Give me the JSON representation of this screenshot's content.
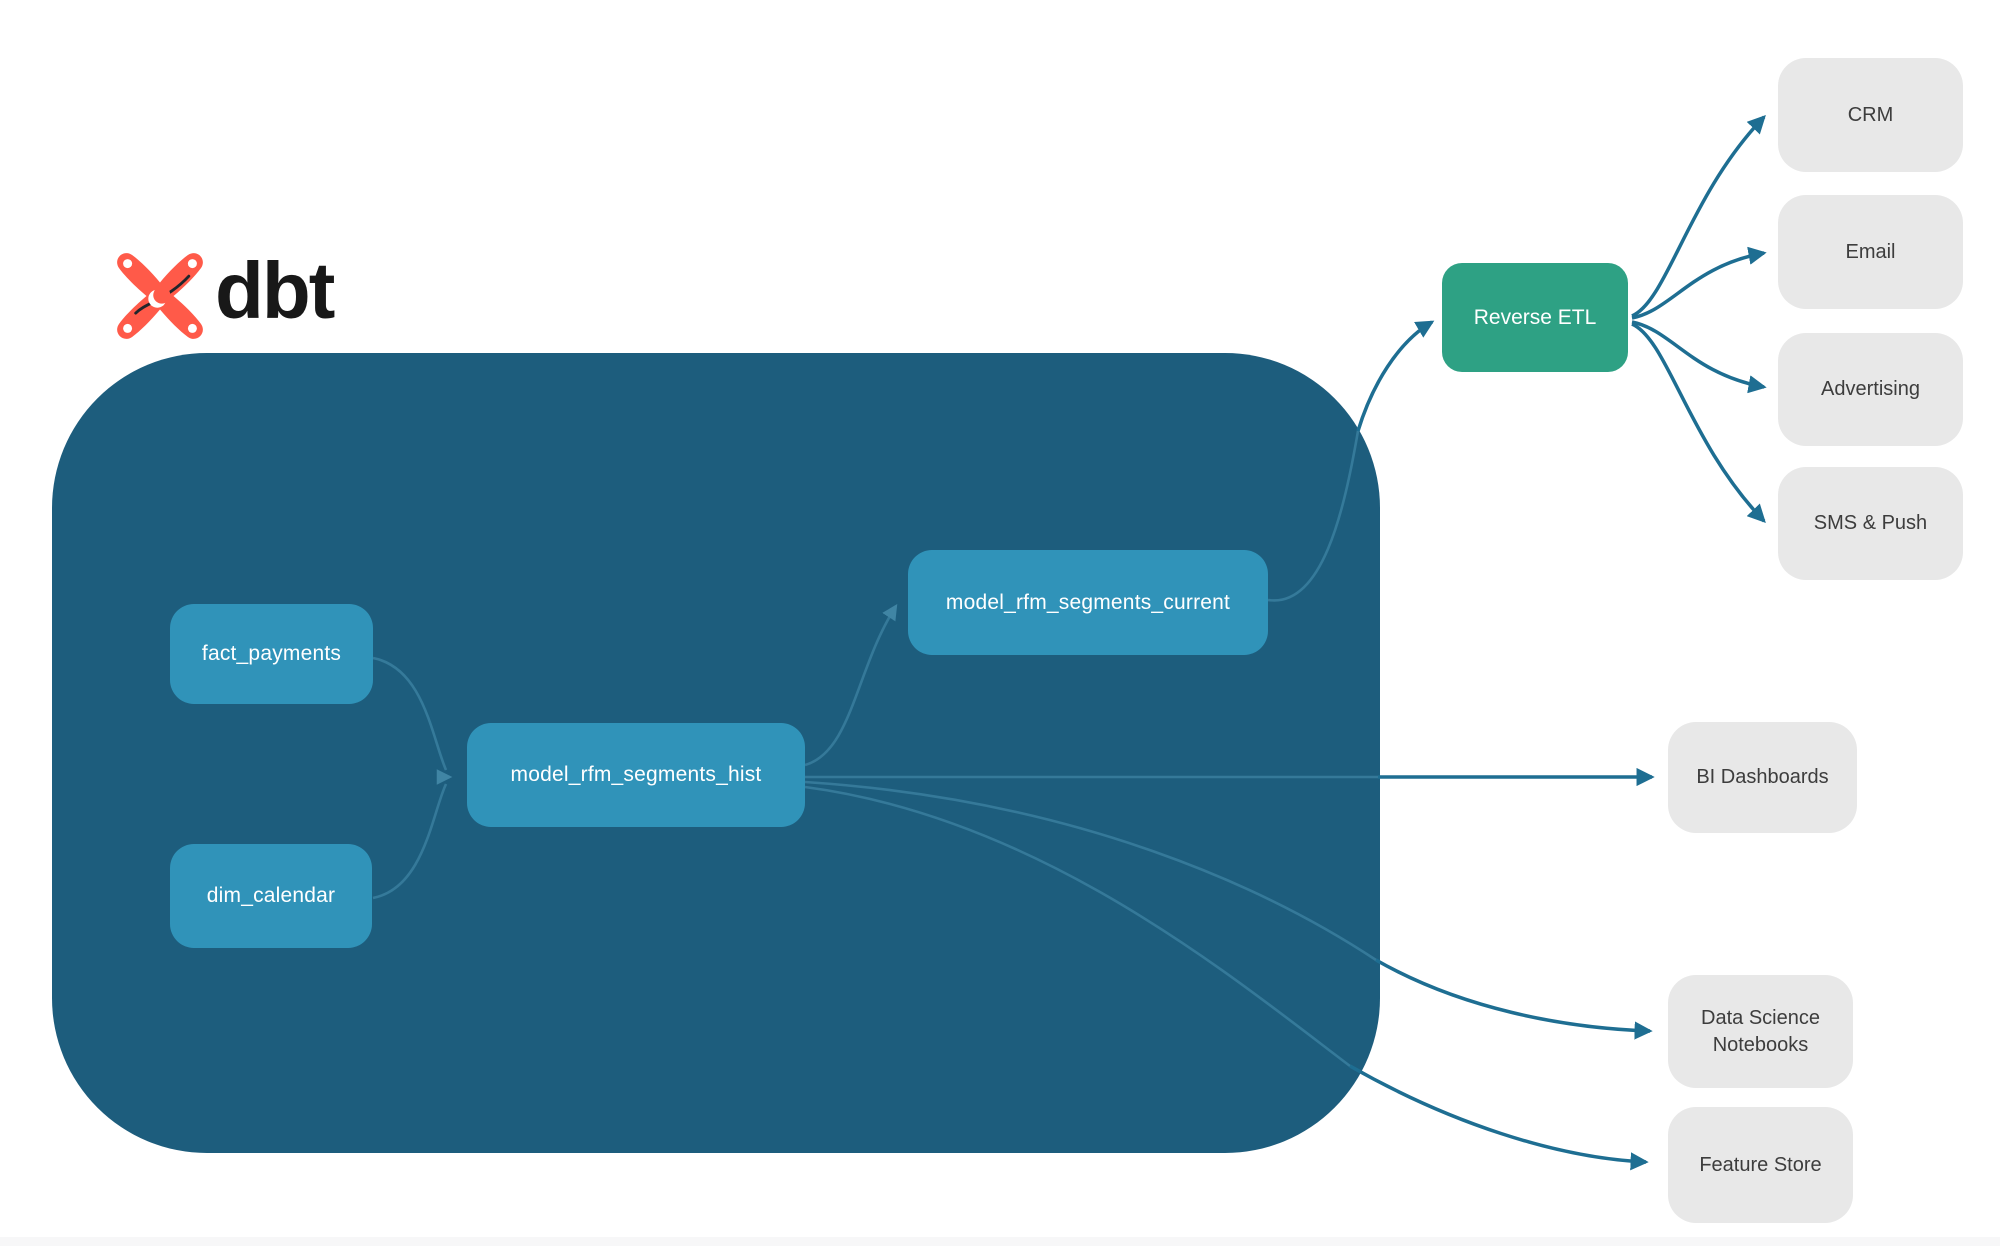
{
  "logo": {
    "brand": "dbt"
  },
  "nodes": {
    "fact_payments": {
      "label": "fact_payments",
      "type": "source-model"
    },
    "dim_calendar": {
      "label": "dim_calendar",
      "type": "source-model"
    },
    "model_rfm_segments_hist": {
      "label": "model_rfm_segments_hist",
      "type": "model"
    },
    "model_rfm_segments_current": {
      "label": "model_rfm_segments_current",
      "type": "model"
    },
    "reverse_etl": {
      "label": "Reverse ETL",
      "type": "process"
    },
    "crm": {
      "label": "CRM",
      "type": "destination"
    },
    "email": {
      "label": "Email",
      "type": "destination"
    },
    "advertising": {
      "label": "Advertising",
      "type": "destination"
    },
    "sms_push": {
      "label": "SMS & Push",
      "type": "destination"
    },
    "bi_dashboards": {
      "label": "BI Dashboards",
      "type": "destination"
    },
    "data_science_notebooks": {
      "label": "Data Science Notebooks",
      "type": "destination"
    },
    "feature_store": {
      "label": "Feature Store",
      "type": "destination"
    }
  },
  "edges": [
    {
      "from": "fact_payments",
      "to": "model_rfm_segments_hist"
    },
    {
      "from": "dim_calendar",
      "to": "model_rfm_segments_hist"
    },
    {
      "from": "model_rfm_segments_hist",
      "to": "model_rfm_segments_current"
    },
    {
      "from": "model_rfm_segments_current",
      "to": "reverse_etl"
    },
    {
      "from": "reverse_etl",
      "to": "crm"
    },
    {
      "from": "reverse_etl",
      "to": "email"
    },
    {
      "from": "reverse_etl",
      "to": "advertising"
    },
    {
      "from": "reverse_etl",
      "to": "sms_push"
    },
    {
      "from": "model_rfm_segments_hist",
      "to": "bi_dashboards"
    },
    {
      "from": "model_rfm_segments_hist",
      "to": "data_science_notebooks"
    },
    {
      "from": "model_rfm_segments_hist",
      "to": "feature_store"
    }
  ],
  "colors": {
    "container_bg": "#1d5d7d",
    "model_node_bg": "#3093b9",
    "reverse_etl_bg": "#2ea184",
    "destination_bg": "#e8e8e8",
    "arrow_outer": "#1e6e92",
    "arrow_inner": "#3a7f9f",
    "logo_orange": "#ff5a49",
    "node_text": "#ffffff",
    "destination_text": "#3d3d3d"
  }
}
